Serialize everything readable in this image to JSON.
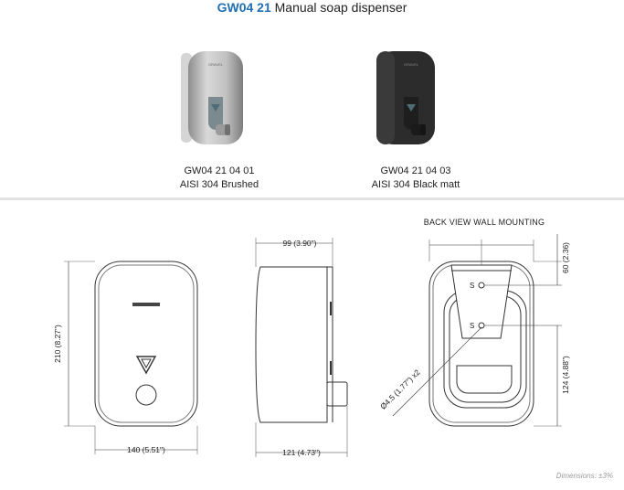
{
  "header": {
    "code": "GW04 21",
    "title": "Manual soap dispenser"
  },
  "products": [
    {
      "code": "GW04 21 04 01",
      "finish": "AISI 304 Brushed",
      "color": "#b9b9b9"
    },
    {
      "code": "GW04 21 04 03",
      "finish": "AISI 304 Black matt",
      "color": "#2c2c2c"
    }
  ],
  "drawing": {
    "back_view_title": "BACK VIEW WALL MOUNTING",
    "dim_height": "210 (8.27\")",
    "dim_width": "140 (5.51\")",
    "dim_depth_top": "99 (3.90\")",
    "dim_depth_bottom": "121 (4.73\")",
    "dim_top_offset": "60 (2.36)",
    "dim_bottom_offset": "124 (4.88\")",
    "dim_hole": "Ø4.5 (1.77\") x2",
    "hole_label": "S"
  },
  "footer": {
    "note": "Dimensions: ±3%"
  }
}
